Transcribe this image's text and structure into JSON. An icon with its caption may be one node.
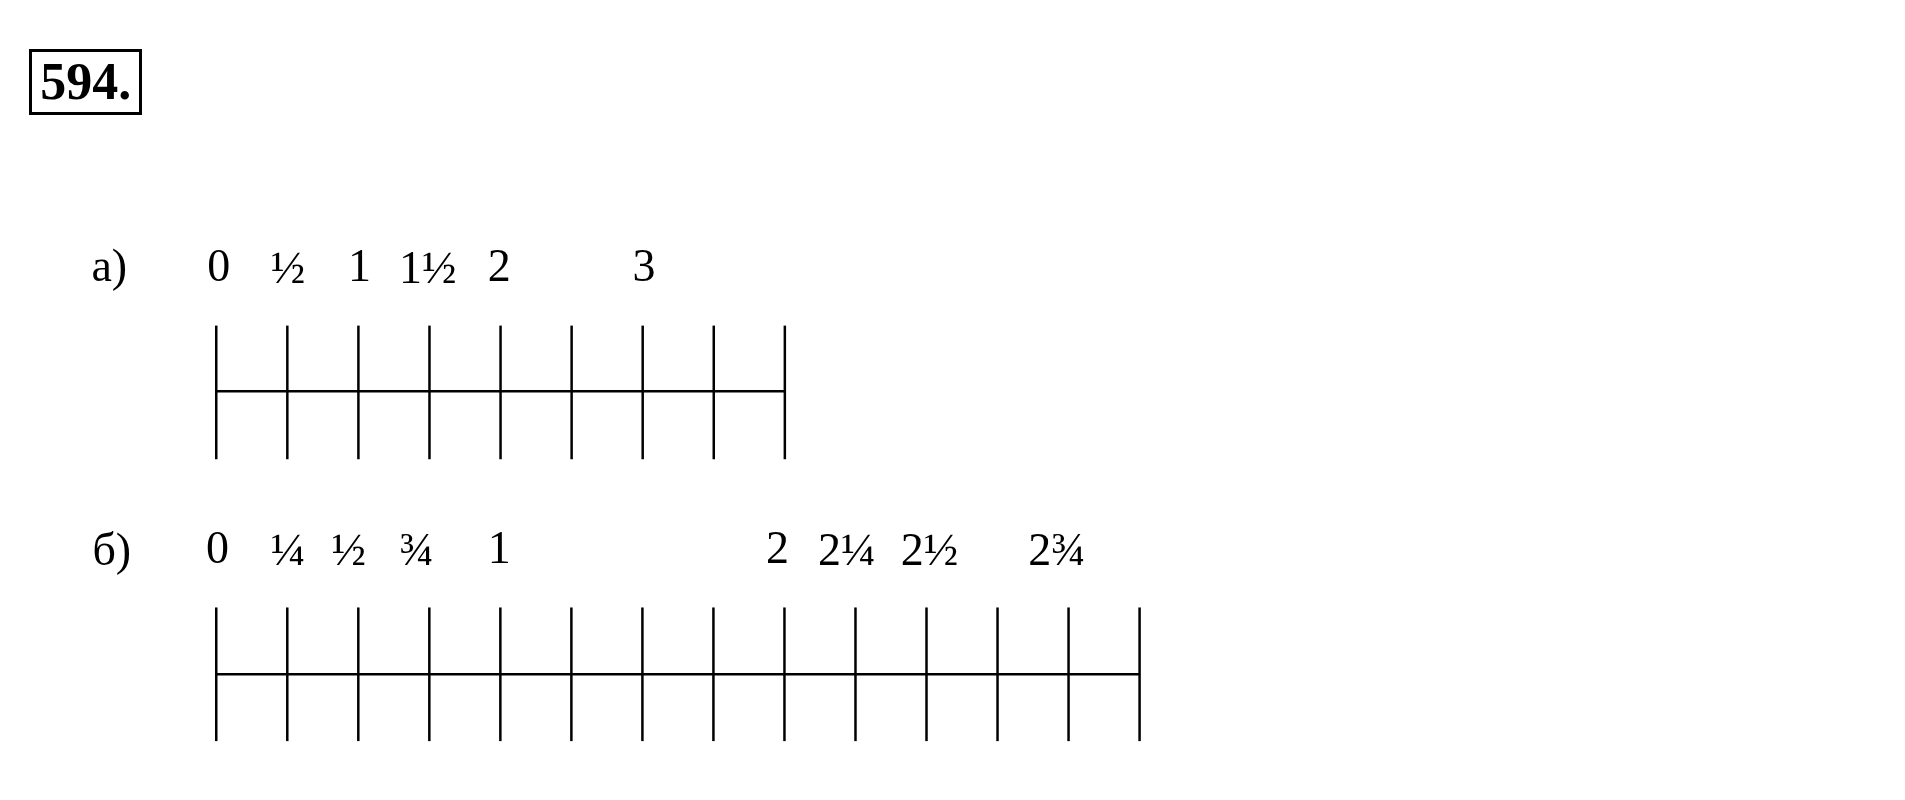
{
  "diagram": {
    "title": "594.",
    "labels": [
      "а)",
      "0",
      "½",
      "1",
      "1½",
      "2",
      "3",
      "б)",
      "0",
      "¼",
      "½",
      "¾",
      "1",
      "2",
      "2¼",
      "2½",
      "2¾"
    ]
  }
}
